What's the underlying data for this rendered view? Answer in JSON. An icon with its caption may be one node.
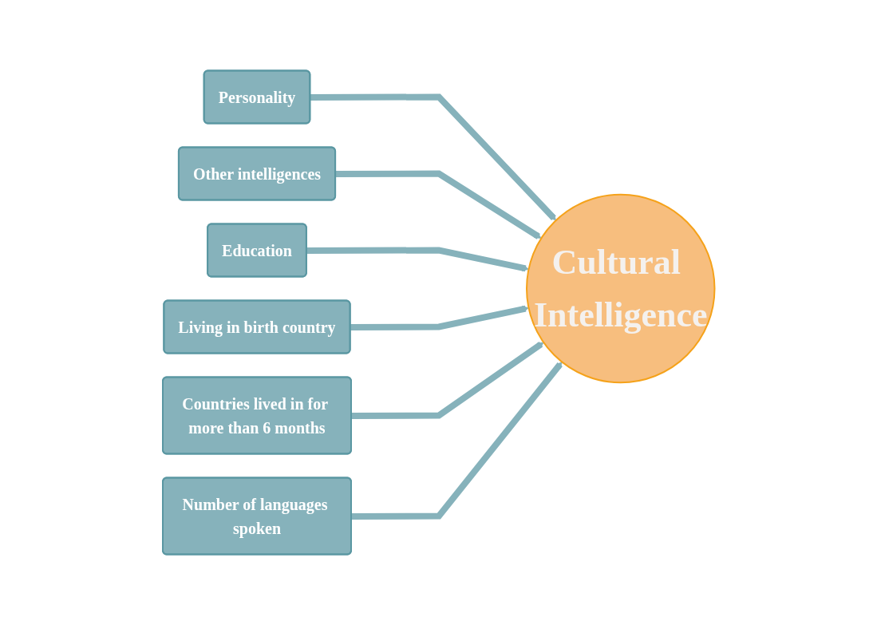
{
  "diagram": {
    "nodes": [
      {
        "text": [
          "Personality"
        ]
      },
      {
        "text": [
          "Other intelligences"
        ]
      },
      {
        "text": [
          "Education"
        ]
      },
      {
        "text": [
          "Living in birth country"
        ]
      },
      {
        "text": [
          "Countries lived in for more than 6 months"
        ]
      },
      {
        "text": [
          "Number of languages spoken"
        ]
      },
      {
        "text": [
          "Cultural Intelligence"
        ]
      }
    ],
    "edges": [
      {
        "from": 0,
        "to": 6,
        "arrow": "to"
      },
      {
        "from": 1,
        "to": 6,
        "arrow": "to"
      },
      {
        "from": 2,
        "to": 6,
        "arrow": "to"
      },
      {
        "from": 3,
        "to": 6,
        "arrow": "to"
      },
      {
        "from": 4,
        "to": 6,
        "arrow": "to"
      },
      {
        "from": 5,
        "to": 6,
        "arrow": "to"
      }
    ]
  }
}
